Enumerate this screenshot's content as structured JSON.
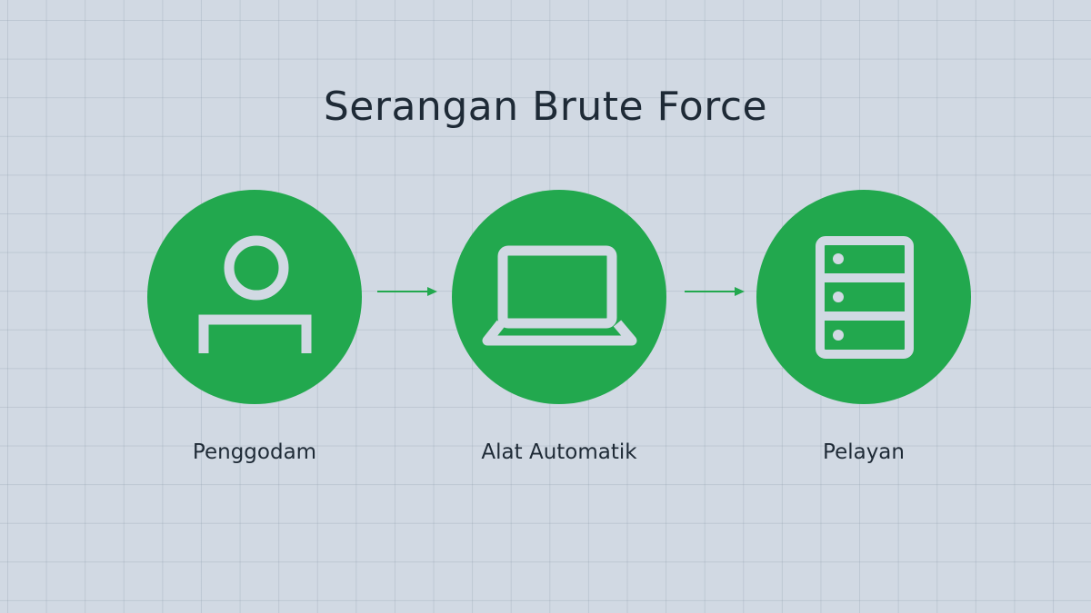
{
  "title": "Serangan Brute Force",
  "nodes": [
    {
      "label": "Penggodam",
      "icon": "user-icon"
    },
    {
      "label": "Alat Automatik",
      "icon": "laptop-icon"
    },
    {
      "label": "Pelayan",
      "icon": "server-icon"
    }
  ],
  "colors": {
    "node_fill": "#22a84e",
    "icon_stroke": "#d1d9e3",
    "arrow": "#22a84e",
    "text": "#1e2a36",
    "background": "#d1d9e3"
  }
}
